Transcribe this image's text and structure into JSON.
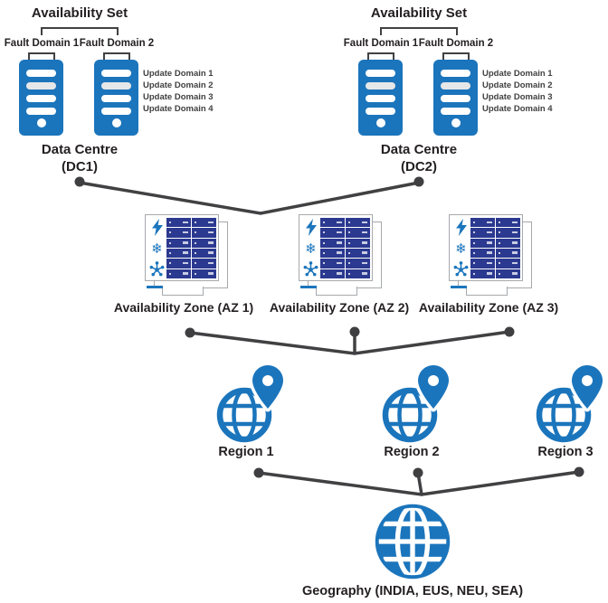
{
  "colors": {
    "primary_blue": "#1B75BC",
    "rack_navy": "#2B3990",
    "connector_gray": "#414042",
    "text_dark": "#231F20"
  },
  "availability_sets": [
    {
      "title": "Availability Set",
      "fault_domains": [
        "Fault Domain 1",
        "Fault Domain 2"
      ],
      "update_domains": [
        "Update Domain 1",
        "Update Domain 2",
        "Update Domain 3",
        "Update Domain 4"
      ],
      "data_centre": {
        "line1": "Data Centre",
        "line2": "(DC1)"
      }
    },
    {
      "title": "Availability Set",
      "fault_domains": [
        "Fault Domain 1",
        "Fault Domain 2"
      ],
      "update_domains": [
        "Update Domain 1",
        "Update Domain 2",
        "Update Domain 3",
        "Update Domain 4"
      ],
      "data_centre": {
        "line1": "Data Centre",
        "line2": "(DC2)"
      }
    }
  ],
  "availability_zones": [
    {
      "label": "Availability Zone (AZ 1)"
    },
    {
      "label": "Availability Zone (AZ 2)"
    },
    {
      "label": "Availability Zone (AZ 3)"
    }
  ],
  "regions": [
    {
      "label": "Region 1"
    },
    {
      "label": "Region 2"
    },
    {
      "label": "Region 3"
    }
  ],
  "geography": {
    "label": "Geography (INDIA, EUS, NEU, SEA)"
  },
  "icons": {
    "snowflake_glyph": "❄"
  }
}
